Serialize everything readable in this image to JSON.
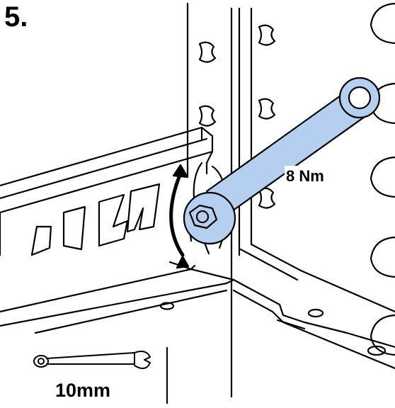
{
  "step": {
    "number": "5."
  },
  "torque": {
    "label": "8 Nm"
  },
  "tool": {
    "name": "wrench-icon",
    "size_label": "10mm"
  },
  "colors": {
    "wrench_fill": "#b4cff0",
    "line": "#000000",
    "background": "#ffffff"
  },
  "icons": {
    "rotation_direction": "curved-arrow-icon",
    "bolt": "hex-bolt-icon"
  }
}
